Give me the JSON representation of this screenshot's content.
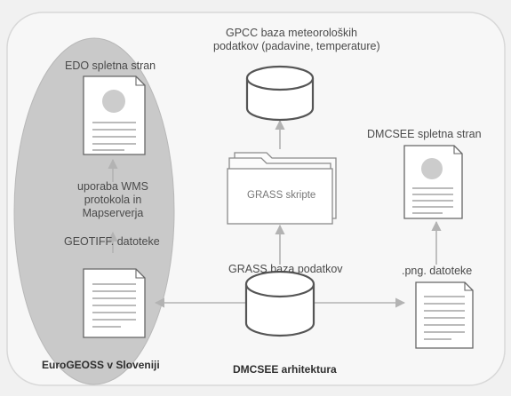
{
  "labels": {
    "gpcc_line1": "GPCC  baza meteoroloških",
    "gpcc_line2": "podatkov (padavine, temperature)",
    "edo_page": "EDO spletna stran",
    "wms_line1": "uporaba WMS",
    "wms_line2": "protokola in",
    "wms_line3": "Mapserverja",
    "geotiff_files": "GEOTIFF. datoteke",
    "grass_scripts": "GRASS skripte",
    "grass_db": "GRASS baza podatkov",
    "dmcsee_page": "DMCSEE spletna stran",
    "png_files": ".png. datoteke",
    "eurogeoss": "EuroGEOSS v Sloveniji",
    "dmcsee_arch": "DMCSEE arhitektura"
  },
  "colors": {
    "background": "#f1f1f1",
    "outer_panel": "#f7f7f7",
    "ellipse_fill": "#c9c9c9",
    "stroke": "#555555",
    "arrow": "#b3b3b3",
    "page_fill": "#ffffff",
    "page_circle": "#cccccc"
  }
}
